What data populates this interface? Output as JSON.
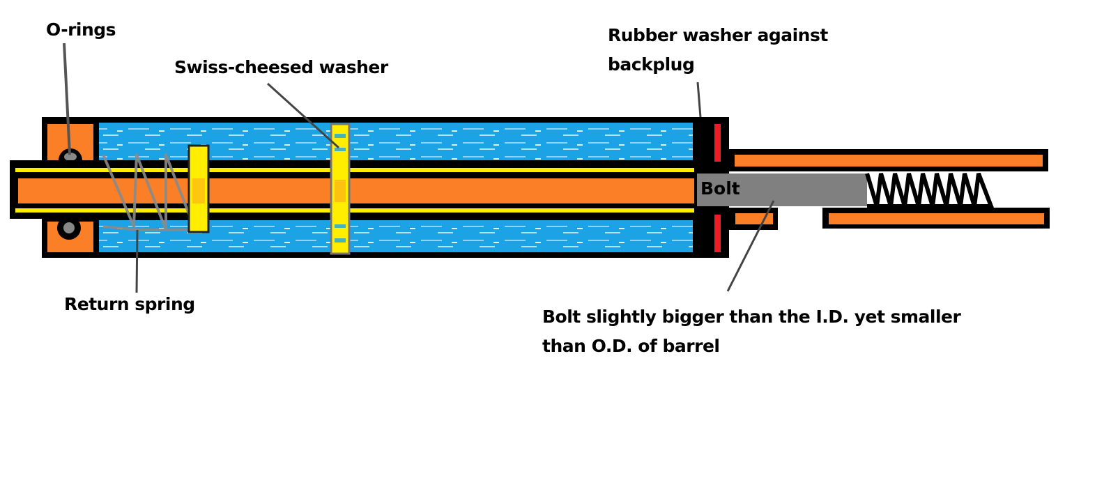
{
  "labels": {
    "o_rings": "O-rings",
    "swiss_washer": "Swiss-cheesed washer",
    "rubber_washer_line1": "Rubber washer against",
    "rubber_washer_line2": "backplug",
    "return_spring": "Return spring",
    "bolt": "Bolt",
    "bolt_note_line1": "Bolt slightly bigger than the I.D. yet smaller",
    "bolt_note_line2": "than O.D. of barrel"
  },
  "colors": {
    "orange": "#fb7f26",
    "blue": "#1ca3e6",
    "yellow": "#ffee00",
    "red": "#ee1c24",
    "gray": "#808080",
    "black": "#000000"
  }
}
